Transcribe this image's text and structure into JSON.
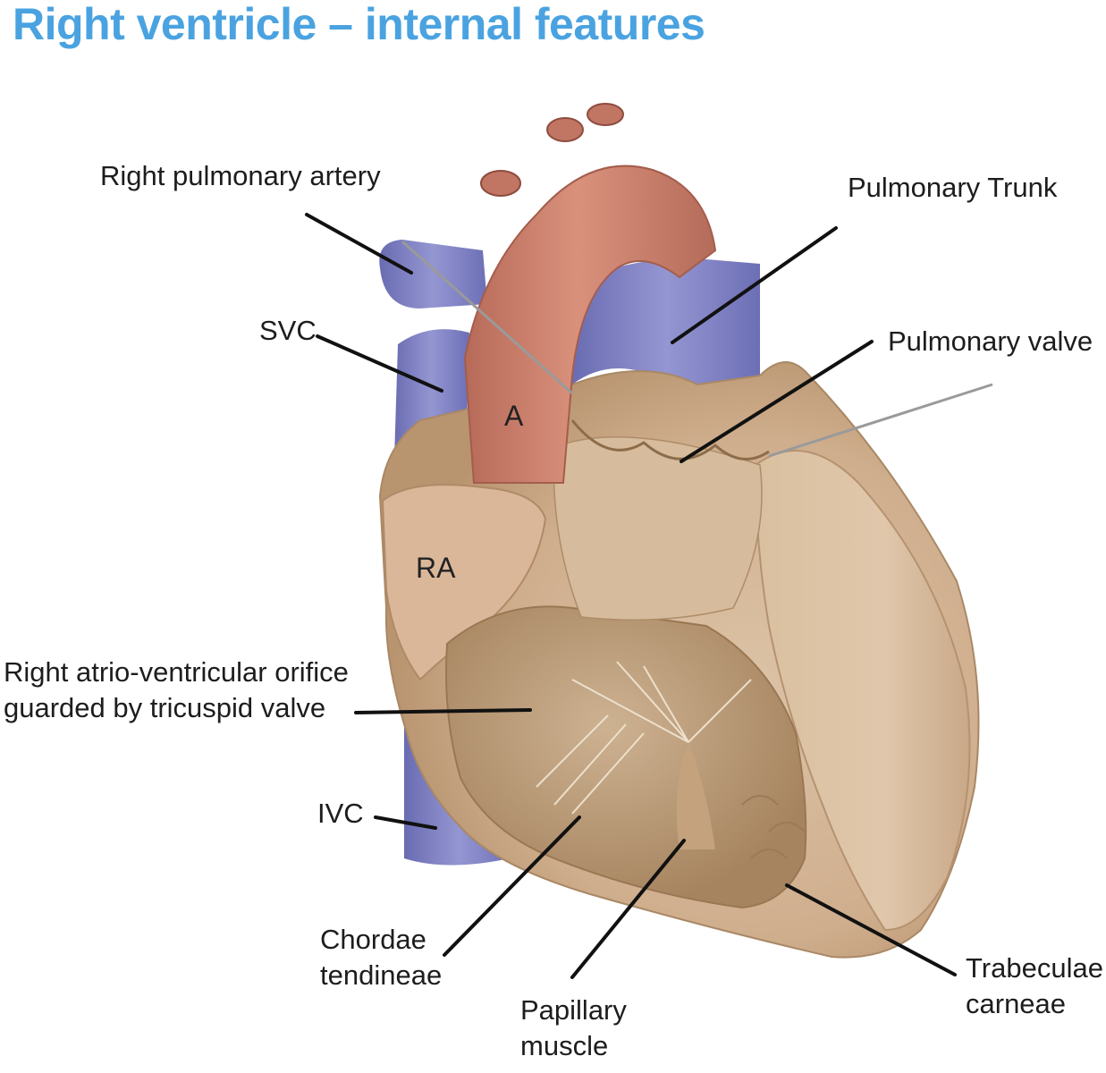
{
  "title": "Right ventricle – internal features",
  "labels": {
    "right_pulmonary_artery": "Right pulmonary artery",
    "pulmonary_trunk": "Pulmonary Trunk",
    "svc": "SVC",
    "pulmonary_valve": "Pulmonary valve",
    "aorta": "A",
    "right_atrium": "RA",
    "av_orifice_line1": "Right atrio-ventricular orifice",
    "av_orifice_line2": "guarded by tricuspid valve",
    "ivc": "IVC",
    "chordae_line1": "Chordae",
    "chordae_line2": "tendineae",
    "papillary_line1": "Papillary",
    "papillary_line2": "muscle",
    "trabeculae_line1": "Trabeculae",
    "trabeculae_line2": "carneae"
  },
  "colors": {
    "title": "#4aa3e0",
    "vein_blue": "#7d7fc0",
    "artery_red": "#c97b68",
    "muscle_tan": "#d2b596",
    "leader_line": "#111111"
  }
}
